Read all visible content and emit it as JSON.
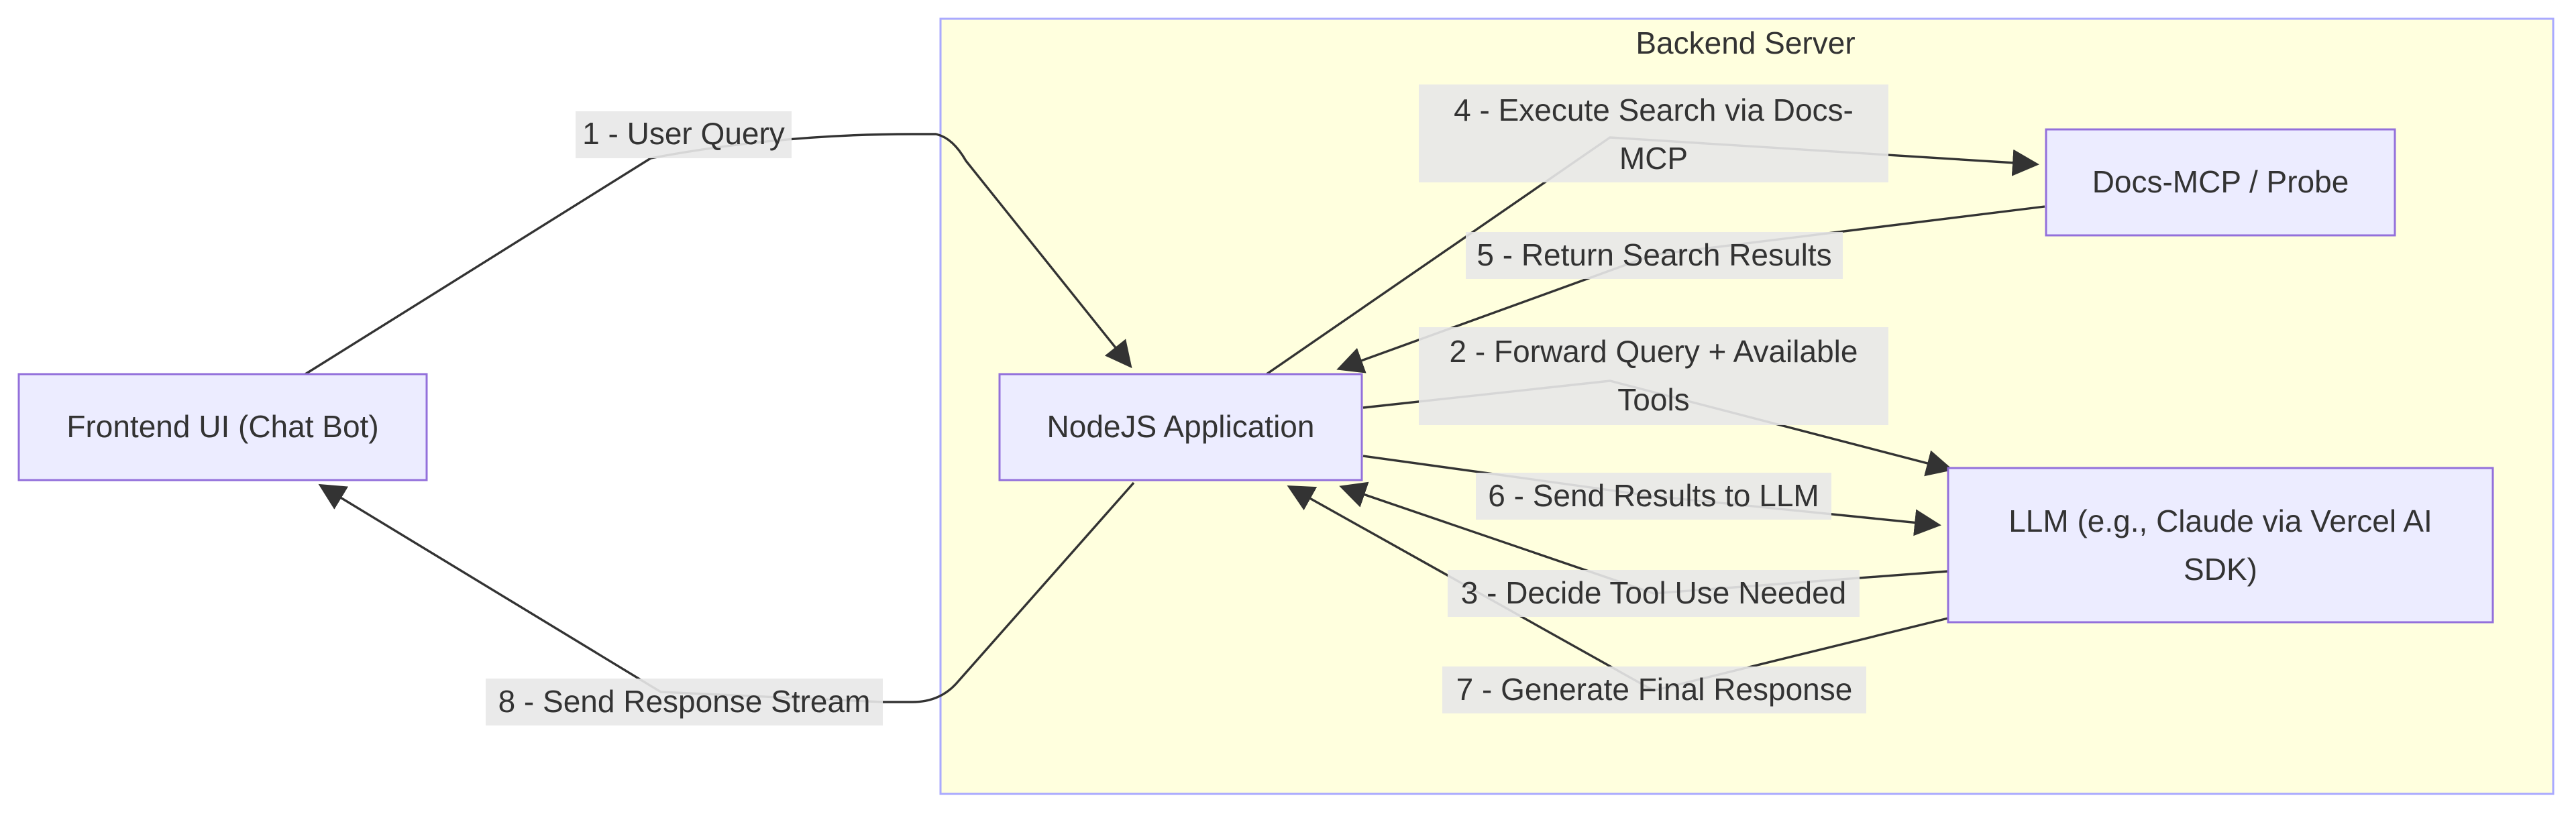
{
  "cluster": {
    "title": "Backend Server"
  },
  "nodes": {
    "frontend": "Frontend UI (Chat Bot)",
    "nodejs": "NodeJS Application",
    "docs": "Docs-MCP / Probe",
    "llm_line1": "LLM (e.g., Claude via Vercel AI",
    "llm_line2": "SDK)"
  },
  "edges": {
    "e1": "1 - User Query",
    "e2_line1": "2 - Forward Query + Available",
    "e2_line2": "Tools",
    "e3": "3 - Decide Tool Use Needed",
    "e4_line1": "4 - Execute Search via Docs-",
    "e4_line2": "MCP",
    "e5": "5 - Return Search Results",
    "e6": "6 - Send Results to LLM",
    "e7": "7 - Generate Final Response",
    "e8": "8 - Send Response Stream"
  }
}
